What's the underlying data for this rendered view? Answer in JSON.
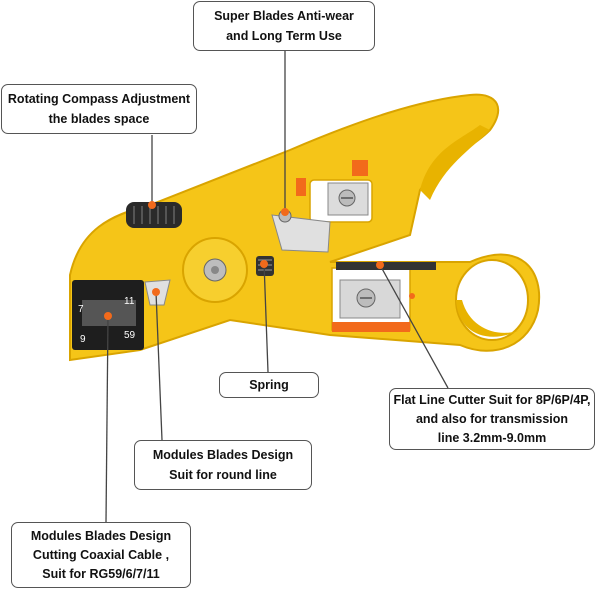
{
  "callouts": {
    "super_blades": [
      "Super Blades Anti-wear",
      "and Long Term Use"
    ],
    "rotating_compass": [
      "Rotating Compass Adjustment",
      "the blades space"
    ],
    "spring": [
      "Spring"
    ],
    "flat_line_cutter": [
      "Flat Line Cutter Suit for 8P/6P/4P,",
      "and also for transmission",
      "line 3.2mm-9.0mm"
    ],
    "modules_round": [
      "Modules Blades Design",
      "Suit for round line"
    ],
    "modules_coax": [
      "Modules Blades Design",
      "Cutting Coaxial Cable ,",
      "Suit for RG59/6/7/11"
    ]
  },
  "tool_markings": {
    "top_left": "7",
    "top_right": "11",
    "bottom_left": "9",
    "bottom_right": "59"
  },
  "colors": {
    "tool_body": "#f5c518",
    "tool_shadow": "#d9a400",
    "accent_orange": "#f26a1b",
    "leader_line": "#444444"
  }
}
